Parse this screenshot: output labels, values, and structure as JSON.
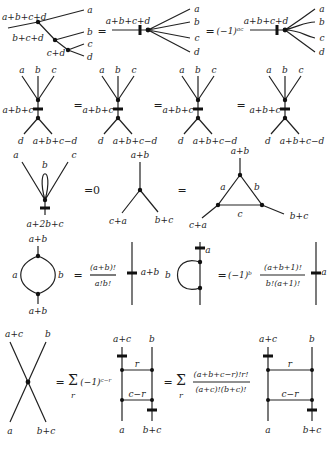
{
  "diagram": {
    "labels": [
      "a+b+c+d",
      "a",
      "b+c+d",
      "b",
      "c+d",
      "c",
      "d",
      "=",
      "a+b+c+d",
      "a",
      "b",
      "c",
      "d",
      "=",
      "(−1)ᵃᶜ",
      "a+b+c+d",
      "a",
      "b",
      "c",
      "d",
      "a",
      "b",
      "c",
      "a+b+c",
      "d",
      "a+b+c−d",
      "=",
      "a",
      "b",
      "c",
      "a+b+c",
      "d",
      "a+b+c−d",
      "=",
      "a",
      "b",
      "c",
      "a+b+c",
      "d",
      "a+b+c−d",
      "=",
      "a",
      "b",
      "c",
      "a+b+c",
      "d",
      "a+b+c−d",
      "a",
      "b",
      "c",
      "a+2b+c",
      "=0",
      "a+b",
      "c+a",
      "b+c",
      "=",
      "a+b",
      "a",
      "b",
      "c",
      "c+a",
      "b+c",
      "a+b",
      "a",
      "b",
      "a+b",
      "=",
      "(a+b)!",
      "a!b!",
      "a+b",
      "a",
      "b",
      "=",
      "(−1)ᵇ",
      "(a+b+1)!",
      "b!(a+1)!",
      "a",
      "a+c",
      "b",
      "a",
      "b+c",
      "=",
      "Σ",
      "r",
      "(−1)ᶜ⁻ʳ",
      "a+c",
      "b",
      "r",
      "c−r",
      "a",
      "b+c",
      "=",
      "Σ",
      "r",
      "(a+b+c−r)!r!",
      "(a+c)!(b+c)!",
      "a+c",
      "b",
      "r",
      "c−r",
      "a",
      "b+c"
    ]
  }
}
